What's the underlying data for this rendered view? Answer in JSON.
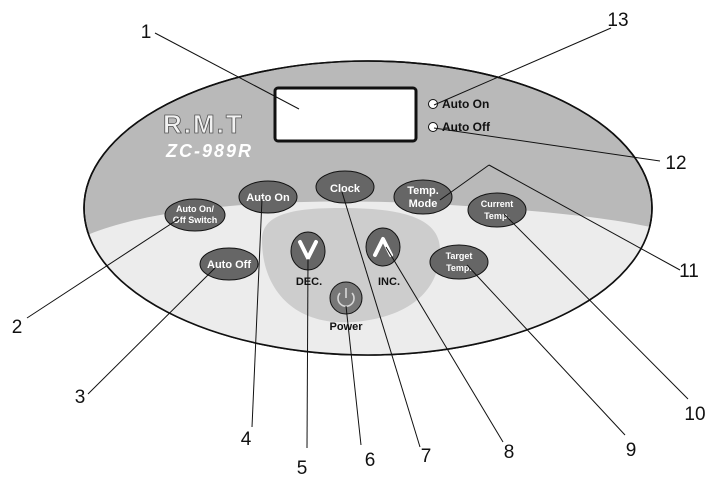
{
  "panel": {
    "brand": "R.M.T",
    "model": "ZC-989R",
    "leds": [
      {
        "id": "auto-on-led",
        "label": "Auto On"
      },
      {
        "id": "auto-off-led",
        "label": "Auto Off"
      }
    ],
    "buttons": {
      "auto_on_off_switch": [
        "Auto On/",
        "Off Switch"
      ],
      "auto_on": "Auto On",
      "auto_off": "Auto Off",
      "clock": "Clock",
      "temp_mode": [
        "Temp.",
        "Mode"
      ],
      "current_temp": [
        "Current",
        "Temp."
      ],
      "target_temp": [
        "Target",
        "Temp."
      ],
      "dec": "DEC.",
      "inc": "INC.",
      "power": "Power"
    }
  },
  "callouts": [
    "1",
    "2",
    "3",
    "4",
    "5",
    "6",
    "7",
    "8",
    "9",
    "10",
    "11",
    "12",
    "13"
  ],
  "colors": {
    "panel_gray": "#b9b9b9",
    "inner_light": "#e9e9e9",
    "center_zone": "#cfcfcf",
    "button_dark": "#666666",
    "outline": "#111111"
  }
}
